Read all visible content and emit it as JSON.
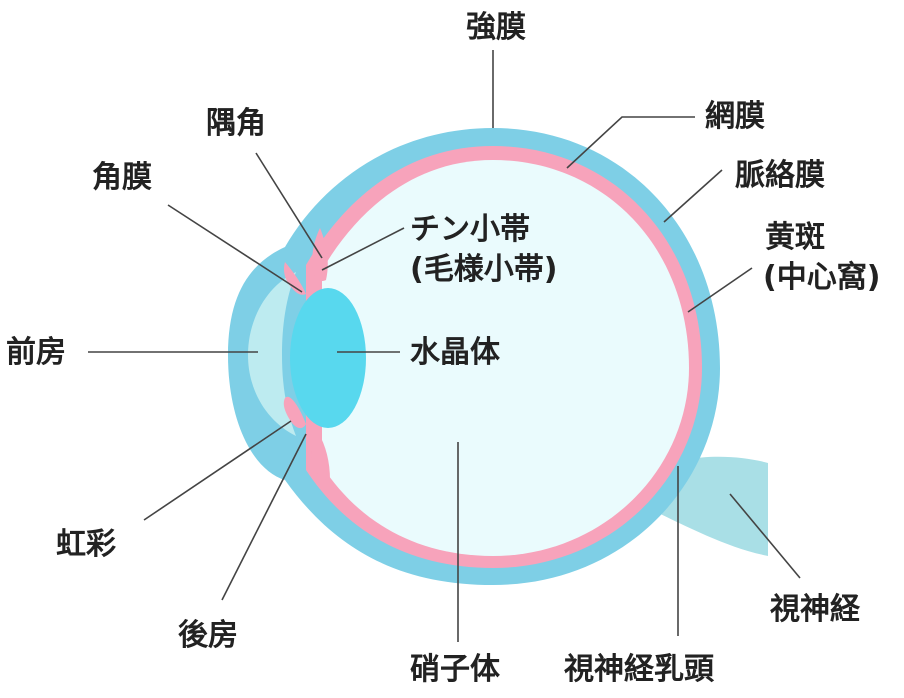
{
  "colors": {
    "outer_sclera": "#7ECFE6",
    "retina": "#F7A3BB",
    "vitreous": "#EAFBFD",
    "anterior_chamber": "#BDEBF0",
    "lens": "#58D8EE",
    "optic_nerve": "#A9DFE6",
    "leader_line": "#444444",
    "label_text": "#222222"
  },
  "labels": {
    "sclera": "強膜",
    "retina": "網膜",
    "choroid": "脈絡膜",
    "macula_line1": "黄斑",
    "macula_line2": "(中心窩)",
    "angle": "隅角",
    "cornea": "角膜",
    "zonule_line1": "チン小帯",
    "zonule_line2": "(毛様小帯)",
    "lens": "水晶体",
    "anterior_chamber": "前房",
    "iris": "虹彩",
    "posterior_chamber": "後房",
    "vitreous": "硝子体",
    "optic_disc": "視神経乳頭",
    "optic_nerve": "視神経"
  }
}
